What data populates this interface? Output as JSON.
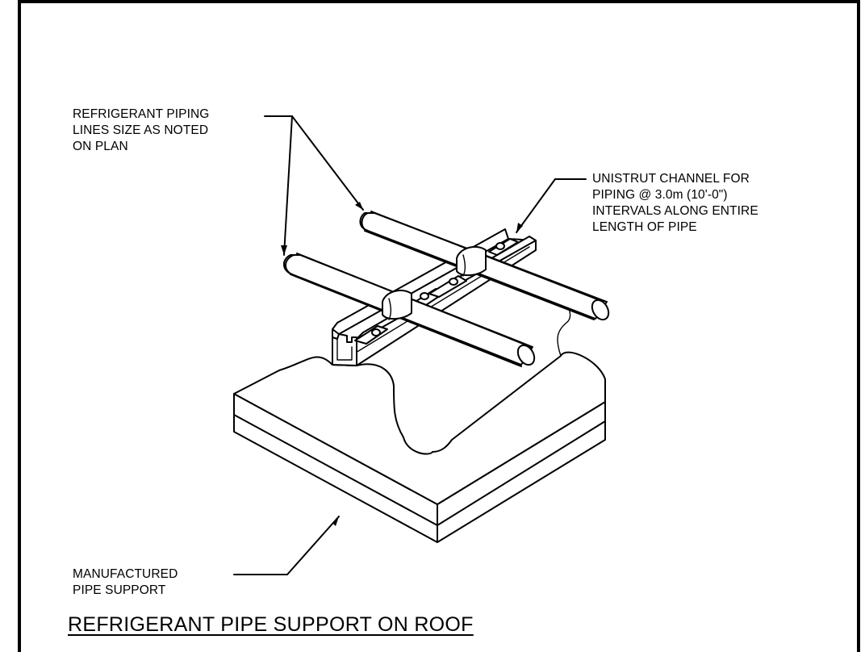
{
  "notes": {
    "piping": "REFRIGERANT PIPING\nLINES SIZE AS NOTED\nON PLAN",
    "unistrut": "UNISTRUT CHANNEL FOR\nPIPING @ 3.0m (10'-0\")\nINTERVALS ALONG ENTIRE\nLENGTH OF PIPE",
    "support": "MANUFACTURED\nPIPE SUPPORT"
  },
  "title": "REFRIGERANT PIPE SUPPORT ON ROOF"
}
